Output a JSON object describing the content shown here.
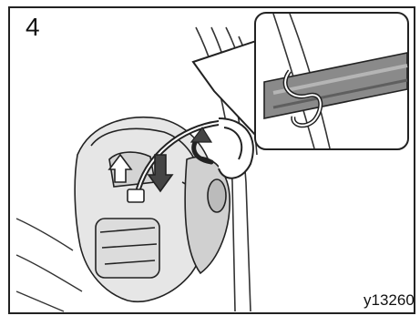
{
  "figure": {
    "step_number": "4",
    "figure_code": "y13260",
    "arrows": [
      "up-arrow",
      "down-arrow",
      "curved-arrow"
    ]
  }
}
